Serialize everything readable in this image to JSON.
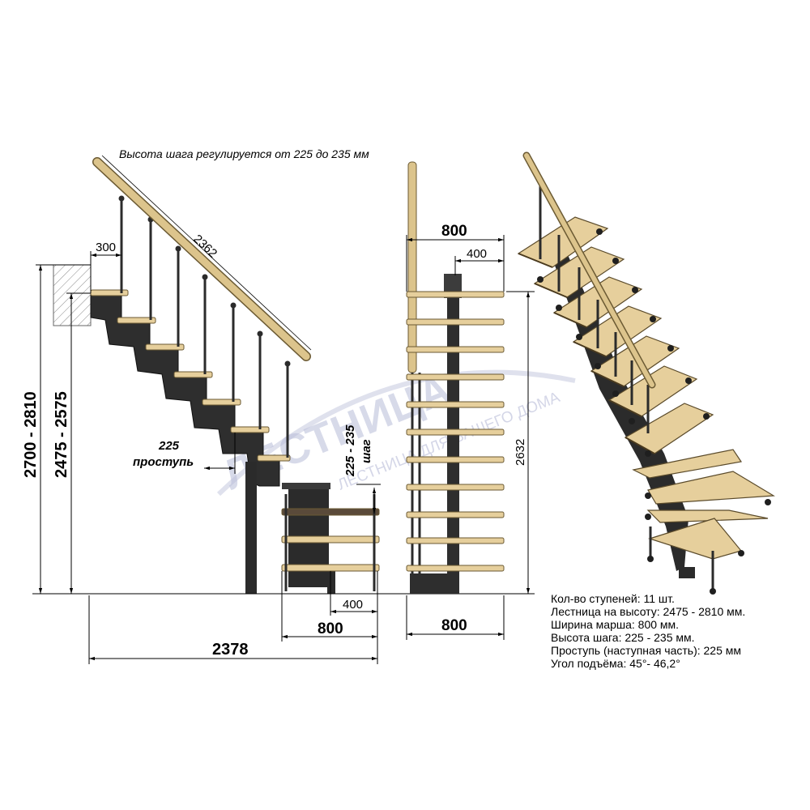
{
  "annotations": {
    "step_height_note": "Высота шага регулируется от 225 до 235 мм",
    "handrail_length": "2362",
    "tread_offset": "300",
    "total_height": "2700 - 2810",
    "floor_height": "2475 - 2575",
    "going_value": "225",
    "going_label": "проступь",
    "step_range": "225 - 235",
    "step_label": "шаг",
    "bottom_offset": "400",
    "bottom_width": "800",
    "total_length": "2378",
    "front_width_top": "800",
    "front_offset": "400",
    "front_height": "2632",
    "front_width_bottom": "800"
  },
  "watermark": {
    "title": "ЛЕСТНИЦА",
    "subtitle": "ЛЕСТНИЦА ДЛЯ ВАШЕГО ДОМА"
  },
  "specs": [
    "Кол-во ступеней: 11 шт.",
    "Лестница на высоту: 2475 - 2810 мм.",
    "Ширина марша: 800 мм.",
    "Высота шага: 225 - 235 мм.",
    "Проступь (наступная часть): 225 мм",
    "Угол подъёма: 45°- 46,2°"
  ],
  "colors": {
    "wood": "#e6cf9c",
    "metal": "#2b2b2b",
    "rail_wood": "#dcc48c",
    "watermark": "#b8bcd8"
  }
}
